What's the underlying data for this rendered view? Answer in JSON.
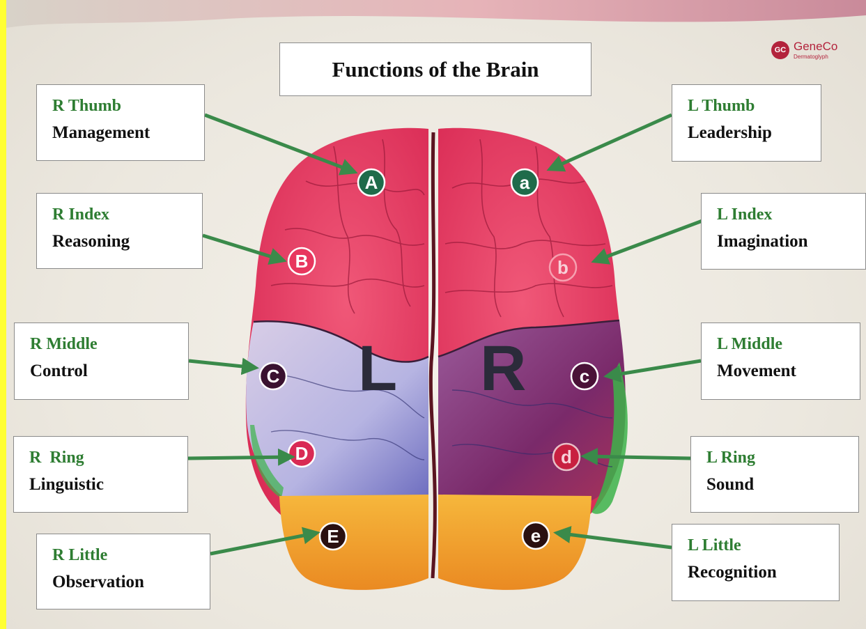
{
  "title": "Functions of the Brain",
  "logo": {
    "mark": "GC",
    "name": "GeneCo",
    "sub": "Dermatoglyph"
  },
  "hemisphere_letters": {
    "left": "L",
    "right": "R"
  },
  "left_labels": [
    {
      "finger": "R Thumb",
      "function": "Management",
      "point": "A"
    },
    {
      "finger": "R Index",
      "function": "Reasoning",
      "point": "B"
    },
    {
      "finger": "R Middle",
      "function": "Control",
      "point": "C"
    },
    {
      "finger": "R  Ring",
      "function": "Linguistic",
      "point": "D"
    },
    {
      "finger": "R Little",
      "function": "Observation",
      "point": "E"
    }
  ],
  "right_labels": [
    {
      "finger": "L Thumb",
      "function": "Leadership",
      "point": "a"
    },
    {
      "finger": "L Index",
      "function": "Imagination",
      "point": "b"
    },
    {
      "finger": "L Middle",
      "function": "Movement",
      "point": "c"
    },
    {
      "finger": "L Ring",
      "function": "Sound",
      "point": "d"
    },
    {
      "finger": "L Little",
      "function": "Recognition",
      "point": "e"
    }
  ],
  "colors": {
    "frame": "#ffff33",
    "arrow": "#3a8a4a",
    "finger_text": "#2e7d32",
    "frontal": "#e8365e",
    "parietal_left": "#b9b9e0",
    "parietal_right": "#8a3a7a",
    "occipital": "#f2a531",
    "temporal_edge": "#3cb34a"
  }
}
